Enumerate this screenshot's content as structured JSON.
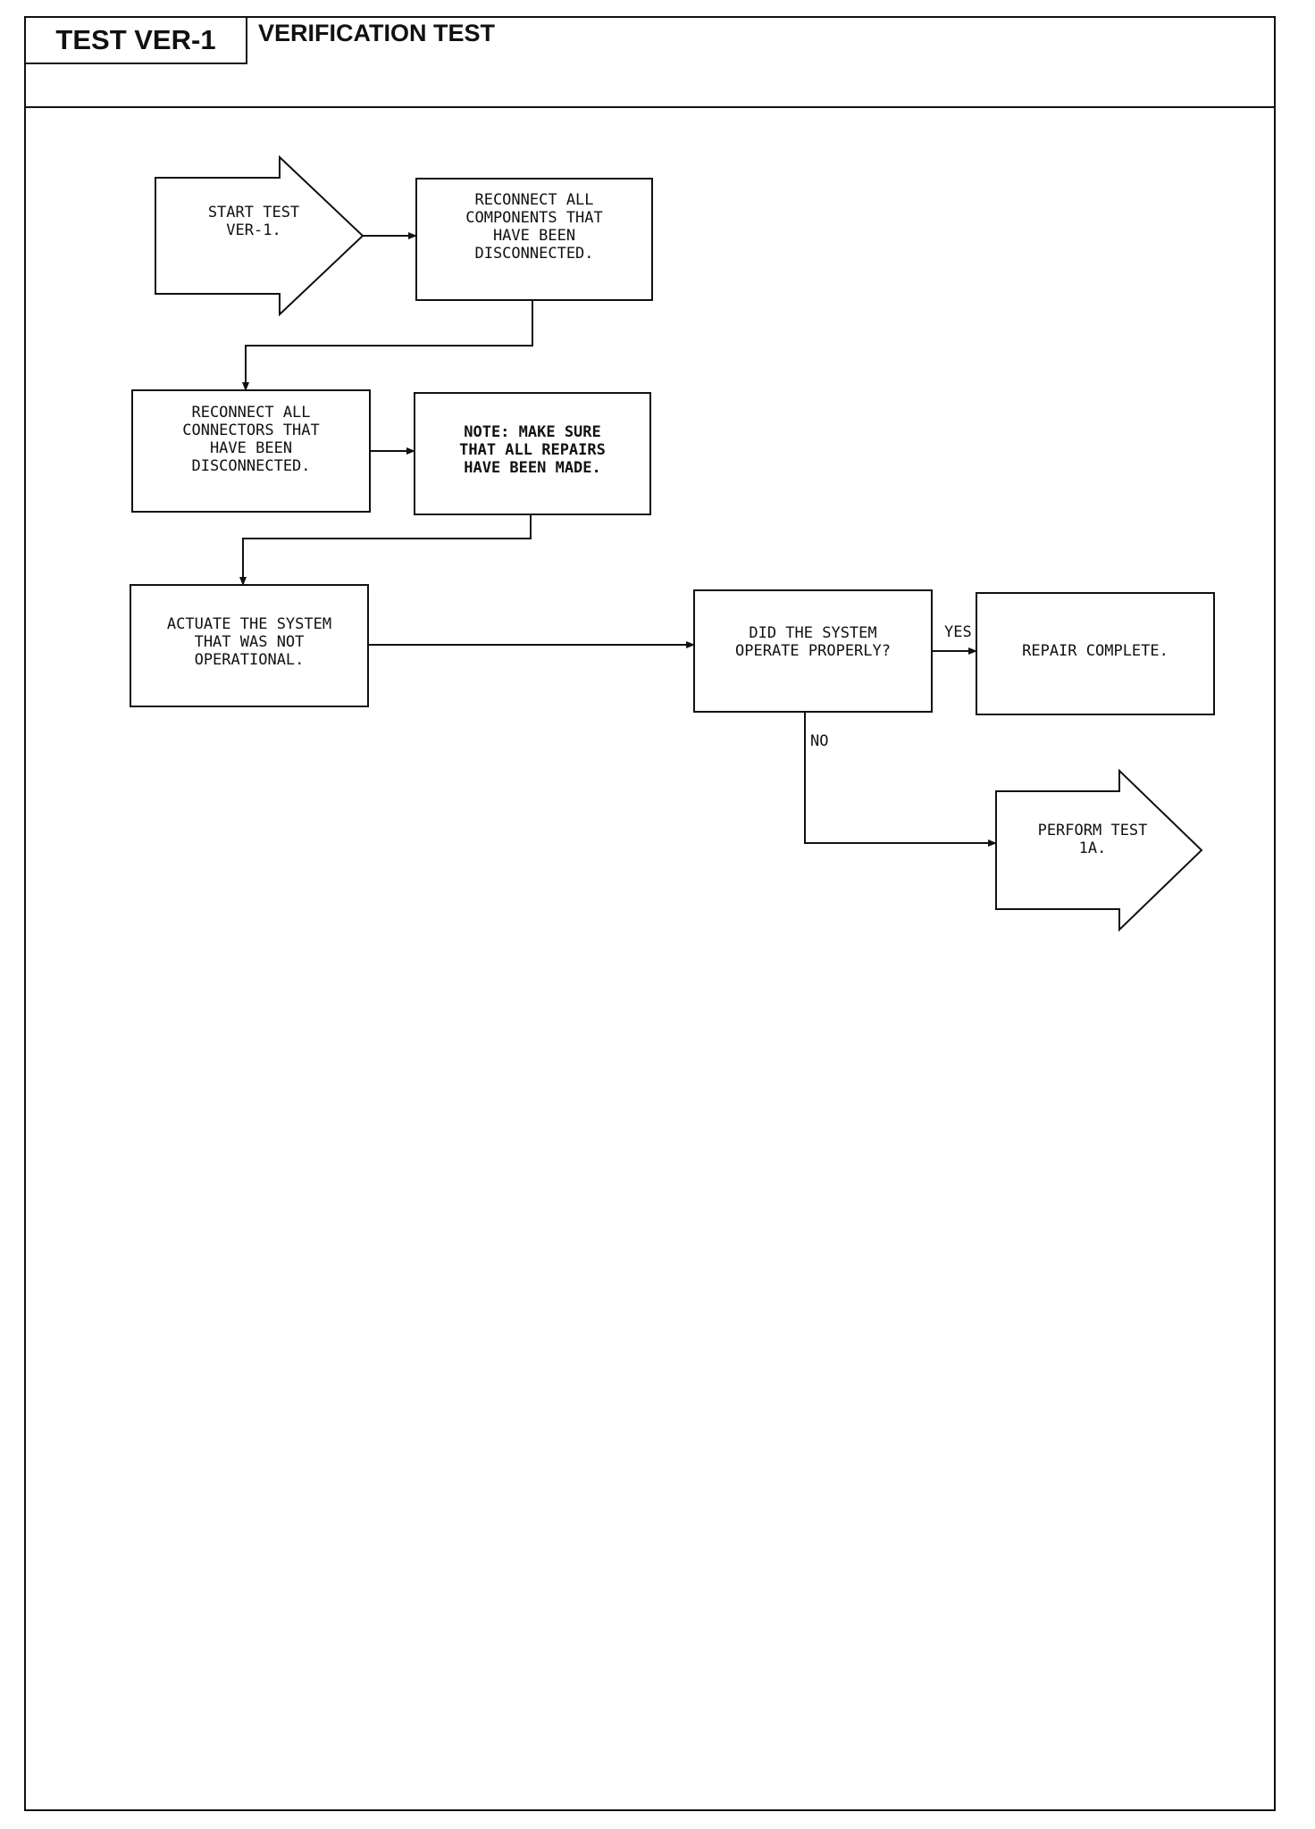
{
  "header": {
    "test_code": "TEST VER-1",
    "title": "VERIFICATION TEST"
  },
  "diagram": {
    "nodes": [
      {
        "id": "start",
        "shape": "arrow",
        "lines": [
          "START TEST",
          "VER-1."
        ]
      },
      {
        "id": "reconnect-components",
        "shape": "box",
        "lines": [
          "RECONNECT ALL",
          "COMPONENTS THAT",
          "HAVE BEEN",
          "DISCONNECTED."
        ]
      },
      {
        "id": "reconnect-connectors",
        "shape": "box",
        "lines": [
          "RECONNECT ALL",
          "CONNECTORS THAT",
          "HAVE BEEN",
          "DISCONNECTED."
        ]
      },
      {
        "id": "note-repairs",
        "shape": "box",
        "bold": true,
        "lines": [
          "NOTE: MAKE SURE",
          "THAT ALL REPAIRS",
          "HAVE BEEN MADE."
        ]
      },
      {
        "id": "actuate-system",
        "shape": "box",
        "lines": [
          "ACTUATE THE SYSTEM",
          "THAT WAS NOT",
          "OPERATIONAL."
        ]
      },
      {
        "id": "decision-operate",
        "shape": "box",
        "lines": [
          "DID THE SYSTEM",
          "OPERATE PROPERLY?"
        ]
      },
      {
        "id": "repair-complete",
        "shape": "box",
        "lines": [
          "REPAIR COMPLETE."
        ]
      },
      {
        "id": "perform-test-1a",
        "shape": "arrow",
        "lines": [
          "PERFORM TEST",
          "1A."
        ]
      }
    ],
    "edges": [
      {
        "from": "start",
        "to": "reconnect-components",
        "label": ""
      },
      {
        "from": "reconnect-components",
        "to": "reconnect-connectors",
        "label": ""
      },
      {
        "from": "reconnect-connectors",
        "to": "note-repairs",
        "label": ""
      },
      {
        "from": "note-repairs",
        "to": "actuate-system",
        "label": ""
      },
      {
        "from": "actuate-system",
        "to": "decision-operate",
        "label": ""
      },
      {
        "from": "decision-operate",
        "to": "repair-complete",
        "label": "YES"
      },
      {
        "from": "decision-operate",
        "to": "perform-test-1a",
        "label": "NO"
      }
    ]
  }
}
